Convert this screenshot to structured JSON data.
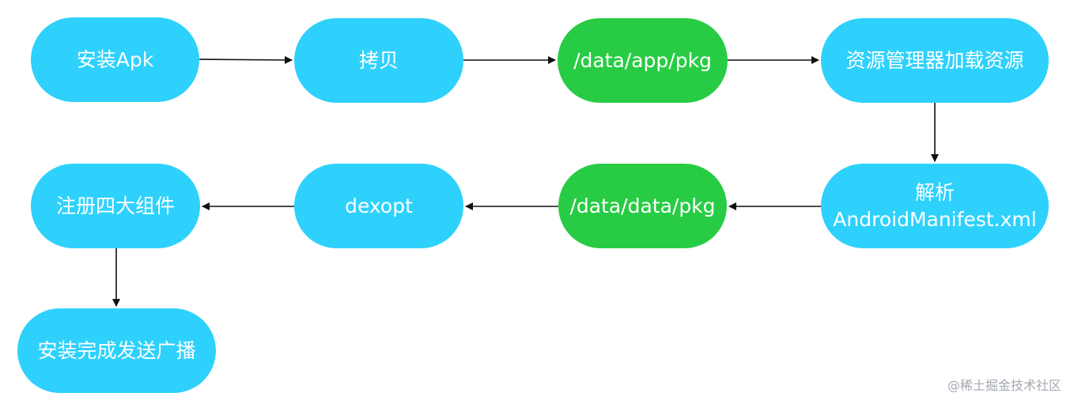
{
  "colors": {
    "blue_node": "#2ED1FC",
    "green_node": "#28CC44",
    "node_text": "#ffffff",
    "arrow": "#111111"
  },
  "nodes": {
    "install_apk": "安装Apk",
    "copy": "拷贝",
    "data_app_pkg": "/data/app/pkg",
    "resource_manager_load": "资源管理器加载资源",
    "parse_line1": "解析",
    "parse_line2": "AndroidManifest.xml",
    "data_data_pkg": "/data/data/pkg",
    "dexopt": "dexopt",
    "register_components": "注册四大组件",
    "install_complete_broadcast": "安装完成发送广播"
  },
  "edges": [
    {
      "from": "install_apk",
      "to": "copy"
    },
    {
      "from": "copy",
      "to": "data_app_pkg"
    },
    {
      "from": "data_app_pkg",
      "to": "resource_manager_load"
    },
    {
      "from": "resource_manager_load",
      "to": "parse"
    },
    {
      "from": "parse",
      "to": "data_data_pkg"
    },
    {
      "from": "data_data_pkg",
      "to": "dexopt"
    },
    {
      "from": "dexopt",
      "to": "register_components"
    },
    {
      "from": "register_components",
      "to": "install_complete_broadcast"
    }
  ],
  "watermark": "@稀土掘金技术社区"
}
